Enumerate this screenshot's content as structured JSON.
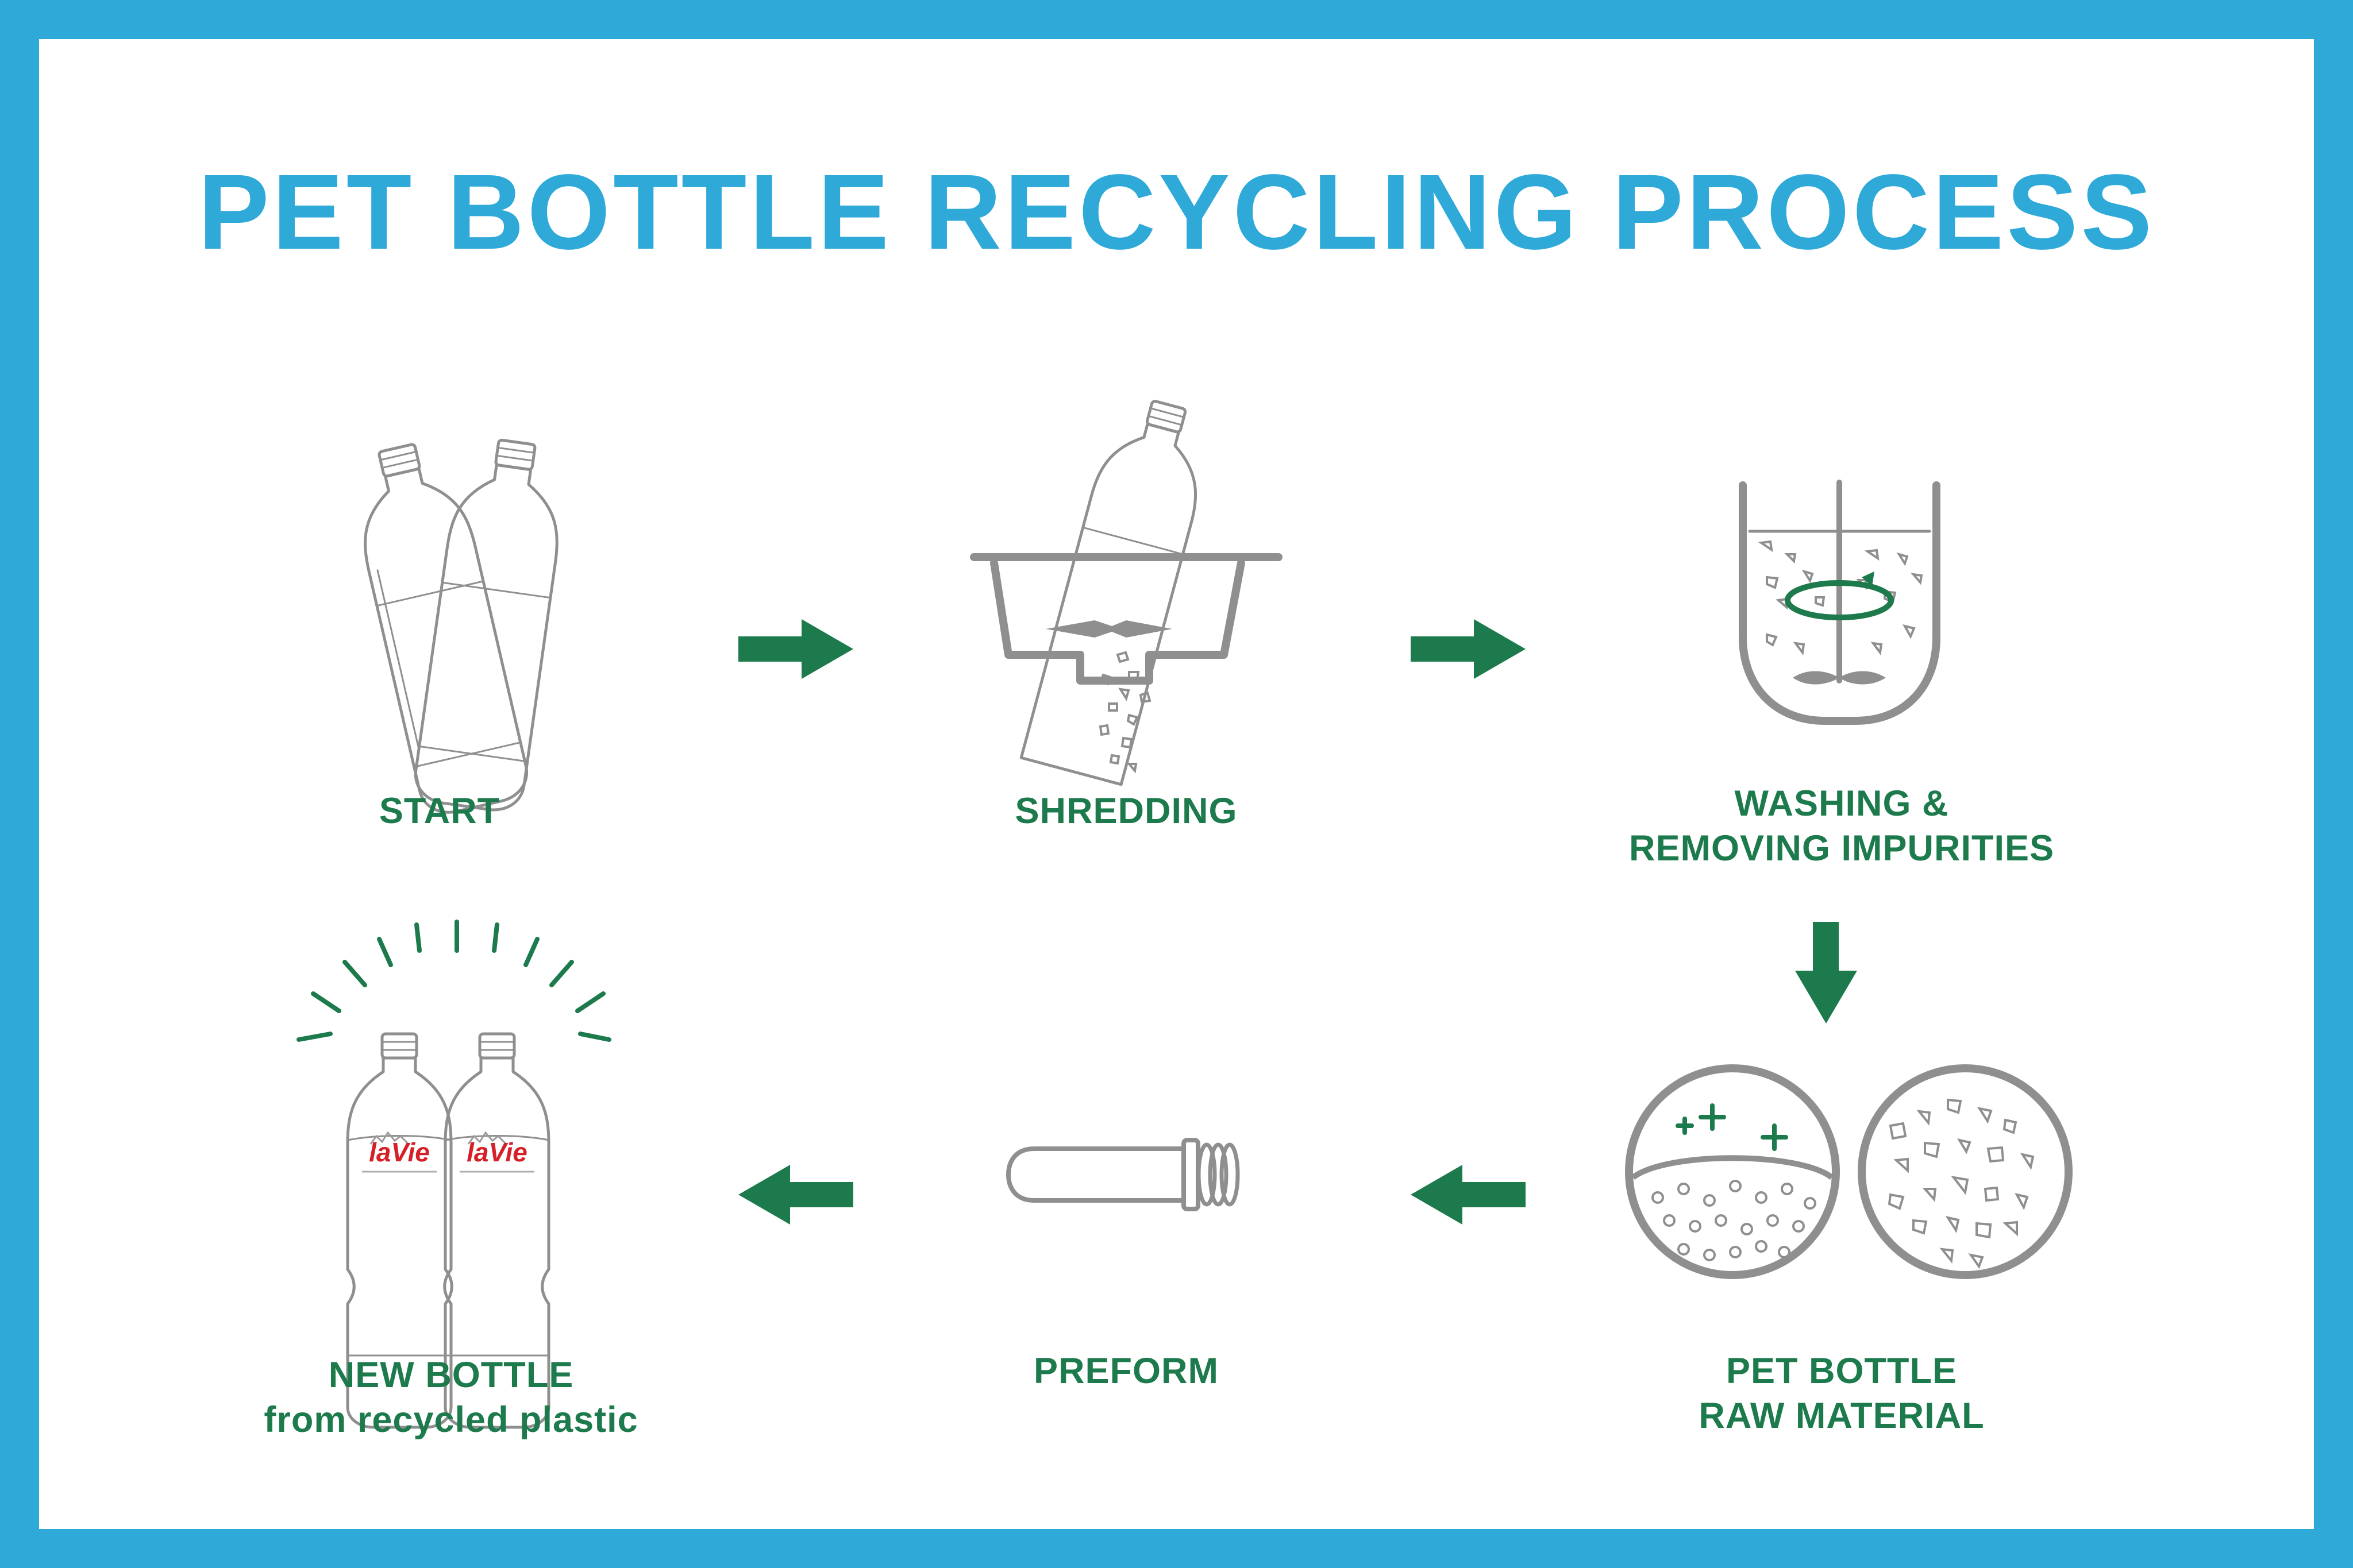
{
  "title": "PET BOTTLE RECYCLING PROCESS",
  "colors": {
    "border": "#2ea9d8",
    "title": "#2ea9d8",
    "accent": "#1d7a4c",
    "line": "#8f8f8f"
  },
  "steps": [
    {
      "label": "START",
      "icon": "two-plastic-bottles-icon"
    },
    {
      "label": "SHREDDING",
      "icon": "shredder-icon"
    },
    {
      "label_line1": "WASHING &",
      "label_line2": "REMOVING IMPURITIES",
      "icon": "washing-tank-icon"
    },
    {
      "label_line1": "PET BOTTLE",
      "label_line2": "RAW MATERIAL",
      "icon": "raw-material-pellets-icon"
    },
    {
      "label": "PREFORM",
      "icon": "preform-icon"
    },
    {
      "label_line1": "NEW BOTTLE",
      "label_line2": "from recycled plastic",
      "icon": "new-bottles-icon"
    }
  ],
  "brand": {
    "name": "laVie"
  },
  "flow_arrows": [
    "right",
    "right",
    "down",
    "left",
    "left"
  ]
}
